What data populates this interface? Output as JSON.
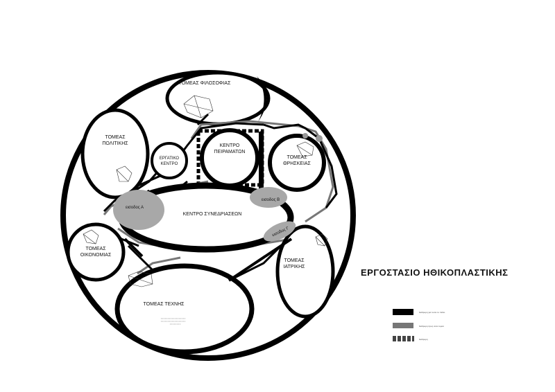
{
  "title": "ΕΡΓΟΣΤΑΣΙΟ ΗΘΙΚΟΠΛΑΣΤΙΚΗΣ",
  "zones": {
    "philosophy": "ΤΟΜΕΑΣ ΦΙΛΟΣΟΦΙΑΣ",
    "politics_1": "ΤΟΜΕΑΣ",
    "politics_2": "ΠΟΛΙΤΙΚΗΣ",
    "labor_1": "ΕΡΓΑΤΙΚΟ",
    "labor_2": "ΚΕΝΤΡΟ",
    "experiments_1": "ΚΕΝΤΡΟ",
    "experiments_2": "ΠΕΙΡΑΜΑΤΩΝ",
    "religion_1": "ΤΟΜΕΑΣ",
    "religion_2": "ΘΡΗΣΚΕΙΑΣ",
    "conference": "ΚΕΝΤΡΟ ΣΥΝΕΔΡΙΑΣΕΩΝ",
    "economy_1": "ΤΟΜΕΑΣ",
    "economy_2": "ΟΙΚΟΝΟΜΙΑΣ",
    "medicine_1": "ΤΟΜΕΑΣ",
    "medicine_2": "ΙΑΤΡΙΚΗΣ",
    "art": "ΤΟΜΕΑΣ ΤΕΧΝΗΣ"
  },
  "entrances": {
    "a": "εισοδος Α",
    "b": "εισοδος Β",
    "c": "εισοδος Γ"
  },
  "legend": {
    "item1": "διαδρομη για τουτο το πεδιο",
    "item2": "διαδρομη προς αυτο τομεα",
    "item3": "διαδρομη"
  },
  "colors": {
    "line": "#000000",
    "route_gray": "#666666",
    "entrance_fill": "#a8a8a8"
  }
}
